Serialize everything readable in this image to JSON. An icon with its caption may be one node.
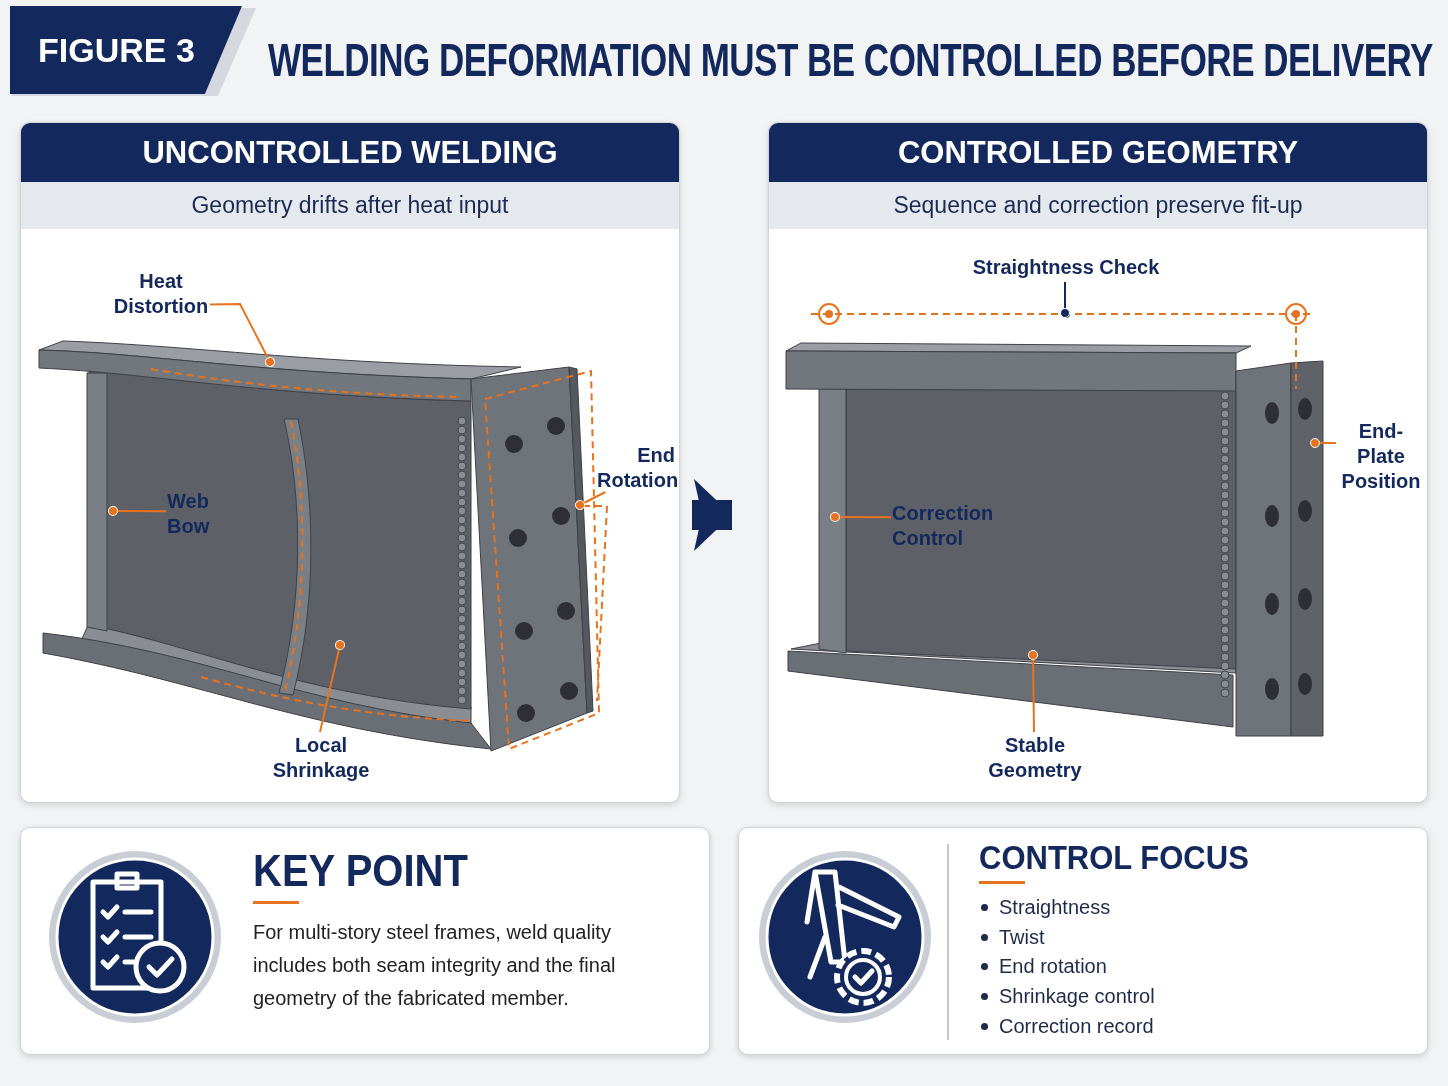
{
  "diagram": {
    "title": "WELDING DEFORMATION MUST BE CONTROLLED BEFORE DELIVERY",
    "nodes": [
      {
        "text": [
          "UNCONTROLLED WELDING",
          "Geometry drifts after heat input"
        ]
      },
      {
        "text": [],
        "shape": "picture",
        "in": 0
      },
      {
        "text": [
          "Heat Distortion"
        ],
        "in": 0
      },
      {
        "text": [
          "Web Bow"
        ],
        "in": 1
      },
      {
        "text": [
          "End Rotation"
        ],
        "in": 0
      },
      {
        "text": [
          "Local Shrinkage"
        ],
        "in": 0
      },
      {
        "text": [
          "CONTROLLED GEOMETRY",
          "Sequence and correction preserve fit-up"
        ]
      },
      {
        "text": [],
        "shape": "picture",
        "in": 6
      },
      {
        "text": [
          "Straightness Check"
        ],
        "in": 6
      },
      {
        "text": [
          "End-Plate Position"
        ],
        "in": 6
      },
      {
        "text": [
          "Correction Control"
        ],
        "in": 7
      },
      {
        "text": [
          "Stable Geometry"
        ],
        "in": 6
      },
      {
        "text": [
          "KEY POINT",
          "For multi-story steel frames, weld quality includes both seam integrity and the final geometry of the fabricated member."
        ]
      },
      {
        "text": [
          "CONTROL FOCUS",
          "Straightness",
          "Twist",
          "End rotation",
          "Shrinkage control",
          "Correction record"
        ]
      }
    ],
    "edges": [
      {
        "from": 0,
        "to": 6,
        "arrow": "to",
        "style": "thick",
        "color": "#13285c"
      },
      {
        "from": 2,
        "to": 1,
        "arrow": "other"
      },
      {
        "from": 3,
        "to": 1,
        "arrow": "other"
      },
      {
        "from": 4,
        "to": 1,
        "arrow": "other"
      },
      {
        "from": 5,
        "to": 1,
        "arrow": "other"
      },
      {
        "from": 8,
        "to": null,
        "arrow": "other",
        "color": "#13285c"
      },
      {
        "from": 9,
        "to": 7,
        "arrow": "other"
      },
      {
        "from": 10,
        "to": 7,
        "arrow": "other"
      },
      {
        "from": 11,
        "to": 7,
        "arrow": "other"
      }
    ],
    "labels": [
      "FIGURE 3"
    ]
  }
}
